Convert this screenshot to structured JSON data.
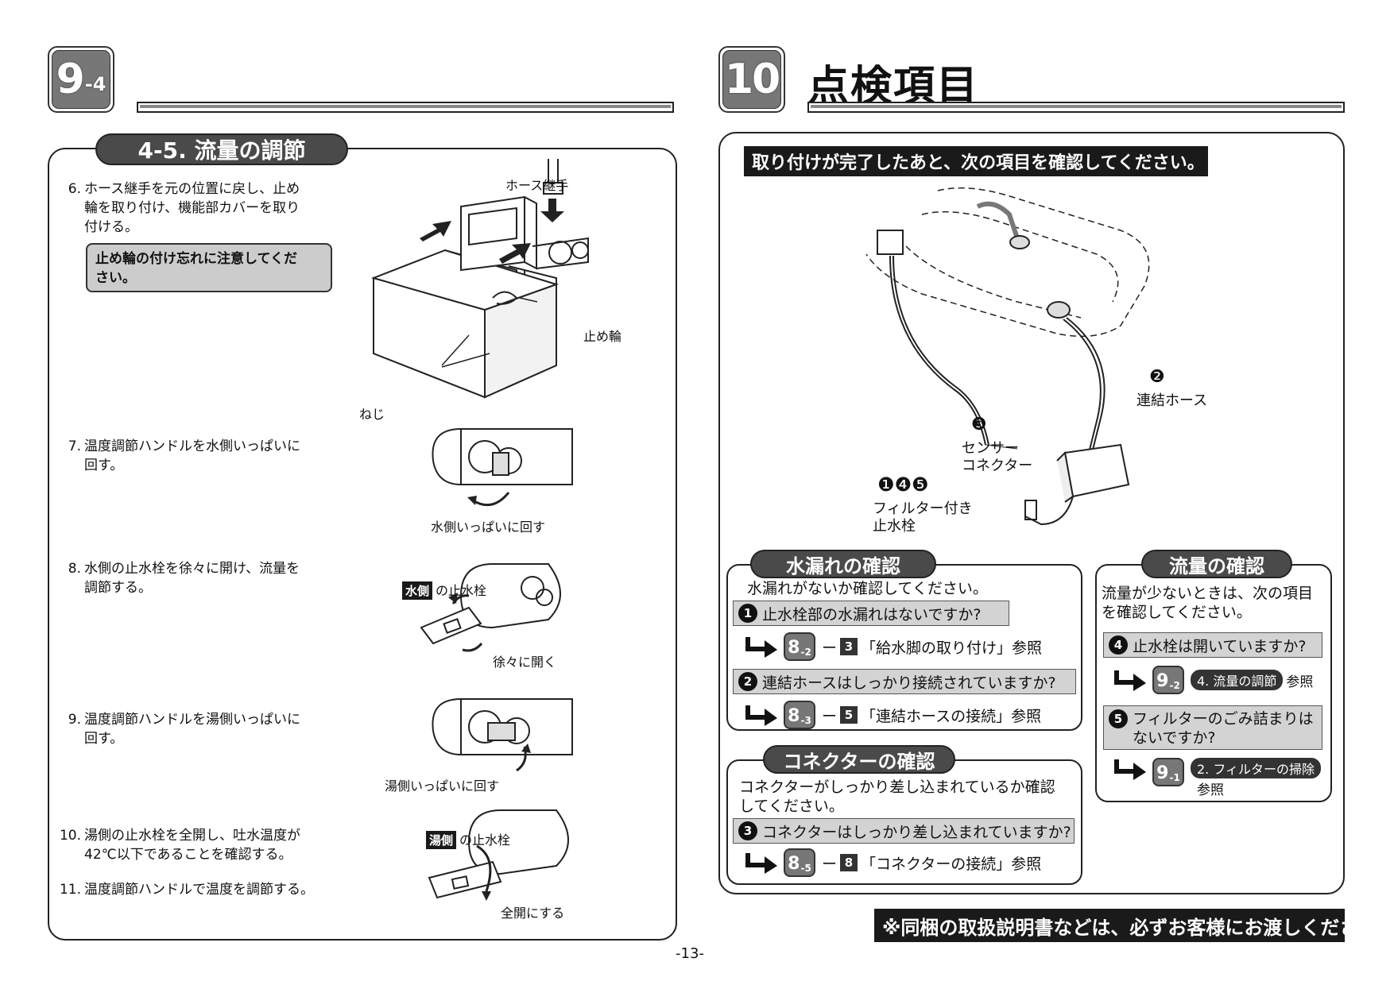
{
  "left": {
    "badge": {
      "main": "9",
      "sub": "-4"
    },
    "section_title": "4-5. 流量の調節",
    "steps": [
      {
        "num": "6.",
        "lines": [
          "ホース継手を元の位置に戻し、止め",
          "輪を取り付け、機能部カバーを取り",
          "付ける。"
        ]
      },
      {
        "num": "7.",
        "lines": [
          "温度調節ハンドルを水側いっぱいに",
          "回す。"
        ]
      },
      {
        "num": "8.",
        "lines": [
          "水側の止水栓を徐々に開け、流量を",
          "調節する。"
        ]
      },
      {
        "num": "9.",
        "lines": [
          "温度調節ハンドルを湯側いっぱいに",
          "回す。"
        ]
      },
      {
        "num": "10.",
        "lines": [
          "湯側の止水栓を全開し、吐水温度が",
          "42℃以下であることを確認する。"
        ]
      },
      {
        "num": "11.",
        "lines": [
          "温度調節ハンドルで温度を調節する。"
        ]
      }
    ],
    "caution": [
      "止め輪の付け忘れに注意してくだ",
      "さい。"
    ],
    "fig_labels": {
      "hose_joint": "ホース継手",
      "stop_ring": "止め輪",
      "screw": "ねじ",
      "turn_water": "水側いっぱいに回す",
      "water_tag": "水側",
      "stop_valve": "の止水栓",
      "open_slowly": "徐々に開く",
      "turn_hot": "湯側いっぱいに回す",
      "hot_tag": "湯側",
      "full_open": "全開にする"
    }
  },
  "right": {
    "badge": {
      "main": "10"
    },
    "title": "点検項目",
    "intro": "取り付けが完了したあと、次の項目を確認してください。",
    "diagram": {
      "label2_num": "❷",
      "label2": "連結ホース",
      "label3_num": "❸",
      "label3a": "センサー",
      "label3b": "コネクター",
      "label146_num": "❶❹❺",
      "label146a": "フィルター付き",
      "label146b": "止水栓"
    },
    "leak": {
      "title": "水漏れの確認",
      "intro": "水漏れがないか確認してください。",
      "q1_num": "1",
      "q1": "止水栓部の水漏れはないですか?",
      "r1_badge": "8",
      "r1_badge_sub": "-2",
      "r1_dash": "ー",
      "r1_num": "3",
      "r1_text": "「給水脚の取り付け」参照",
      "q2_num": "2",
      "q2": "連結ホースはしっかり接続されていますか?",
      "r2_badge": "8",
      "r2_badge_sub": "-3",
      "r2_dash": "ー",
      "r2_num": "5",
      "r2_text": "「連結ホースの接続」参照"
    },
    "connector": {
      "title": "コネクターの確認",
      "intro": [
        "コネクターがしっかり差し込まれているか確認",
        "してください。"
      ],
      "q3_num": "3",
      "q3": "コネクターはしっかり差し込まれていますか?",
      "r3_badge": "8",
      "r3_badge_sub": "-5",
      "r3_dash": "ー",
      "r3_num": "8",
      "r3_text": "「コネクターの接続」参照"
    },
    "flow": {
      "title": "流量の確認",
      "intro": [
        "流量が少ないときは、次の項目",
        "を確認してください。"
      ],
      "q4_num": "4",
      "q4": "止水栓は開いていますか?",
      "r4_badge": "9",
      "r4_badge_sub": "-2",
      "r4_tag": "4. 流量の調節",
      "r4_text": "参照",
      "q5_num": "5",
      "q5": [
        "フィルターのごみ詰まりは",
        "ないですか?"
      ],
      "r5_badge": "9",
      "r5_badge_sub": "-1",
      "r5_tag": "2. フィルターの掃除",
      "r5_text": "参照"
    },
    "footer_note": "※同梱の取扱説明書などは、必ずお客様にお渡しください。"
  },
  "page_number": "-13-"
}
